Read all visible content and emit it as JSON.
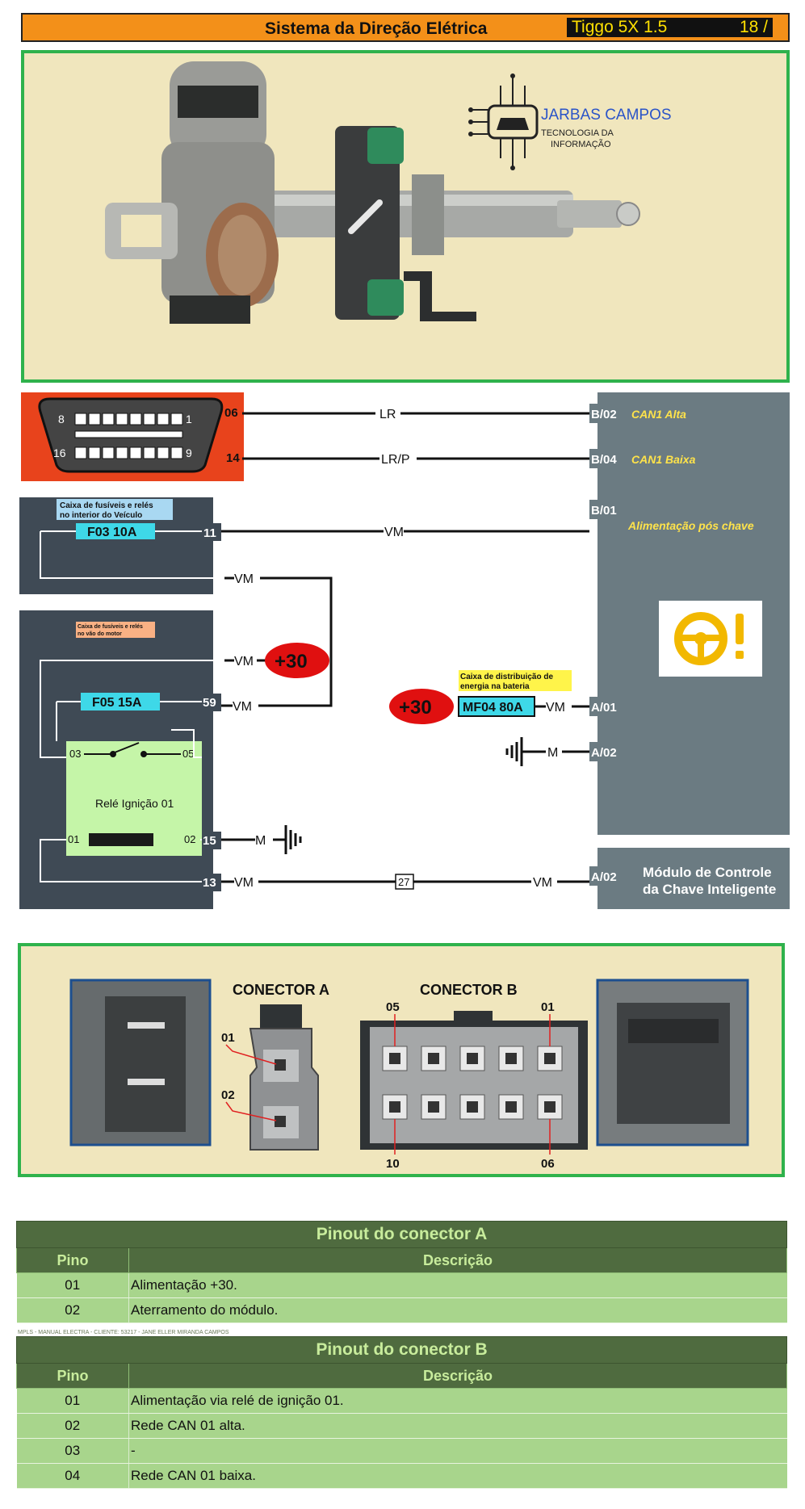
{
  "header": {
    "title": "Sistema da Direção Elétrica",
    "model": "Tiggo 5X 1.5",
    "page": "18"
  },
  "logo": {
    "name": "JARBAS CAMPOS",
    "subtitle1": "TECNOLOGIA DA",
    "subtitle2": "INFORMAÇÃO"
  },
  "obd": {
    "pin_tl": "8",
    "pin_tr": "1",
    "pin_bl": "16",
    "pin_br": "9",
    "pin06": "06",
    "pin14": "14"
  },
  "wires": {
    "lr": "LR",
    "lrp": "LR/P",
    "vm": "VM",
    "m": "M",
    "splice": "27"
  },
  "module_pins": {
    "b02": "B/02",
    "b04": "B/04",
    "b01": "B/01",
    "a01": "A/01",
    "a02a": "A/02",
    "a02b": "A/02"
  },
  "module_labels": {
    "can_alta": "CAN1 Alta",
    "can_baixa": "CAN1 Baixa",
    "alimentacao": "Alimentação pós chave"
  },
  "fusebox_interior": {
    "label1": "Caixa de fusíveis e relés",
    "label2": "no interior do Veículo",
    "fuse": "F03 10A",
    "pin11": "11"
  },
  "fusebox_motor": {
    "label1": "Caixa de fusíveis e relés",
    "label2": "no vão do motor",
    "fuse": "F05 15A",
    "pin59": "59",
    "pin15": "15",
    "pin13": "13",
    "relay_name": "Relé Ignição 01",
    "r03": "03",
    "r05": "05",
    "r01": "01",
    "r02": "02"
  },
  "battery_box": {
    "label1": "Caixa de distribuição de",
    "label2": "energia na bateria",
    "fuse": "MF04 80A"
  },
  "plus30": "+30",
  "smart_key": {
    "line1": "Módulo de Controle",
    "line2": "da Chave Inteligente"
  },
  "connectors": {
    "a_title": "CONECTOR A",
    "b_title": "CONECTOR B",
    "a_pins": [
      "01",
      "02"
    ],
    "b_pins": {
      "p05": "05",
      "p01": "01",
      "p10": "10",
      "p06": "06"
    }
  },
  "watermark": "MPLS - MANUAL ELECTRA - CLIENTE: 53217 - JANE ELLER MIRANDA CAMPOS",
  "table_a": {
    "title": "Pinout do conector A",
    "col_pin": "Pino",
    "col_desc": "Descrição",
    "rows": [
      {
        "pin": "01",
        "desc": "Alimentação +30."
      },
      {
        "pin": "02",
        "desc": "Aterramento do módulo."
      }
    ]
  },
  "table_b": {
    "title": "Pinout do conector B",
    "col_pin": "Pino",
    "col_desc": "Descrição",
    "rows": [
      {
        "pin": "01",
        "desc": "Alimentação via relé de ignição 01."
      },
      {
        "pin": "02",
        "desc": "Rede CAN 01 alta."
      },
      {
        "pin": "03",
        "desc": "-"
      },
      {
        "pin": "04",
        "desc": "Rede CAN 01 baixa."
      }
    ]
  },
  "colors": {
    "panel_green": "#2fb24c",
    "panel_bg": "#f0e6bd",
    "module_gray": "#6b7b82",
    "box_dark": "#3f4a55",
    "fuse_cyan": "#3ed8e8",
    "plus30_red": "#e01010",
    "yellow_text": "#ffe34a"
  }
}
